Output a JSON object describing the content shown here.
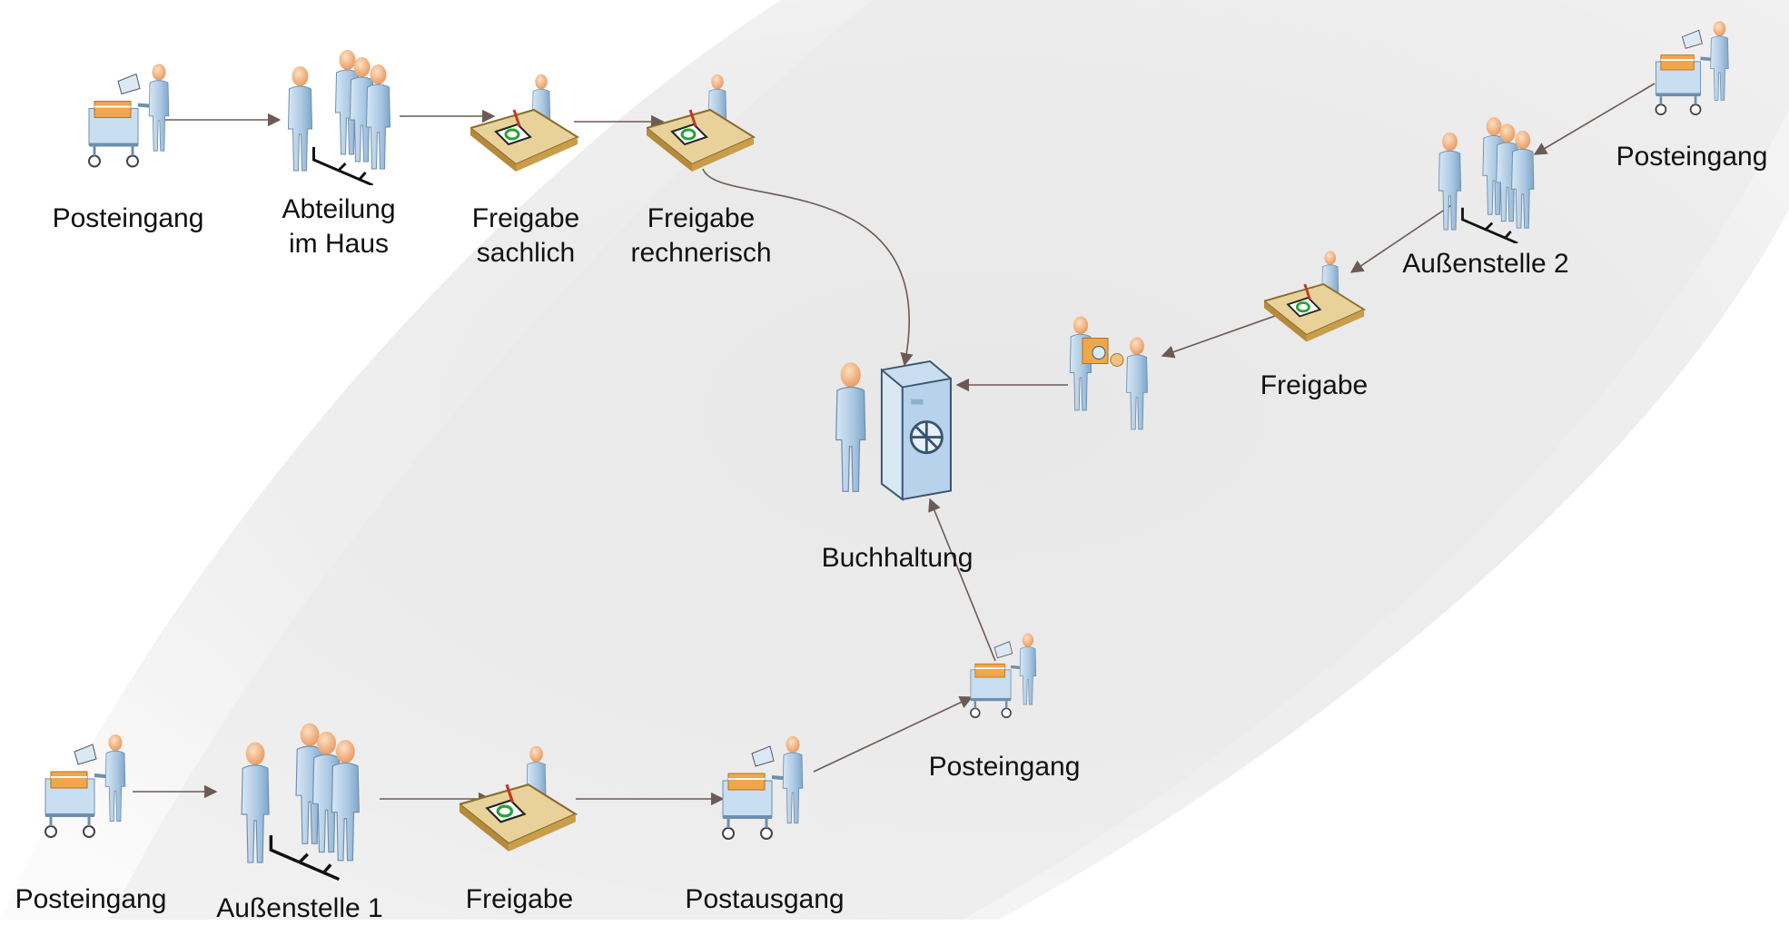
{
  "nodes": {
    "posteingang_top_left": "Posteingang",
    "abteilung": [
      "Abteilung",
      "im Haus"
    ],
    "freigabe_sachlich": [
      "Freigabe",
      "sachlich"
    ],
    "freigabe_rechnerisch": [
      "Freigabe",
      "rechnerisch"
    ],
    "posteingang_top_right": "Posteingang",
    "aussenstelle_2": "Außenstelle 2",
    "freigabe_right": "Freigabe",
    "buchhaltung": "Buchhaltung",
    "posteingang_mid": "Posteingang",
    "posteingang_bottom_left": "Posteingang",
    "aussenstelle_1": "Außenstelle 1",
    "freigabe_bottom": "Freigabe",
    "postausgang": "Postausgang"
  },
  "icons": {
    "mail_cart": "mail-cart-icon",
    "group": "group-icon",
    "desk": "desk-approval-icon",
    "safe": "safe-icon",
    "exchange": "exchange-icon"
  },
  "colors": {
    "connector": "#6b5a55",
    "figure": "#a9c7e2",
    "head": "#f2b27c",
    "desk": "#e8d29a",
    "background_swoosh": "#ececec"
  }
}
